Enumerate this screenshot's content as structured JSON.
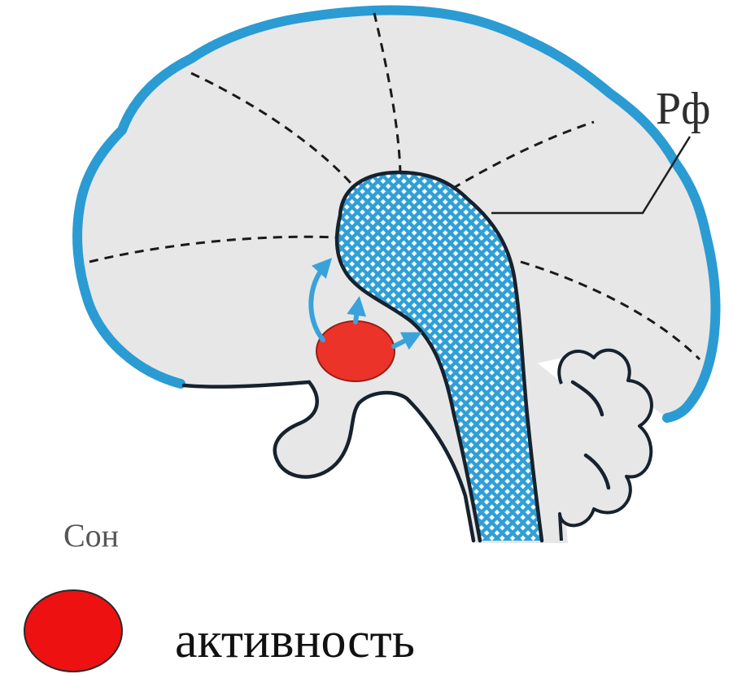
{
  "diagram": {
    "labels": {
      "reticular_formation": "Рф",
      "state": "Сон"
    },
    "legend": {
      "label": "активность",
      "marker_color": "#ee1111"
    },
    "colors": {
      "brain_outline": "#2b9bd3",
      "brain_fill": "#e7e7e7",
      "hatch": "#2f9fd6",
      "nucleus": "#ec3329",
      "arrows": "#3aa2da",
      "legend_marker": "#ee1111"
    }
  }
}
